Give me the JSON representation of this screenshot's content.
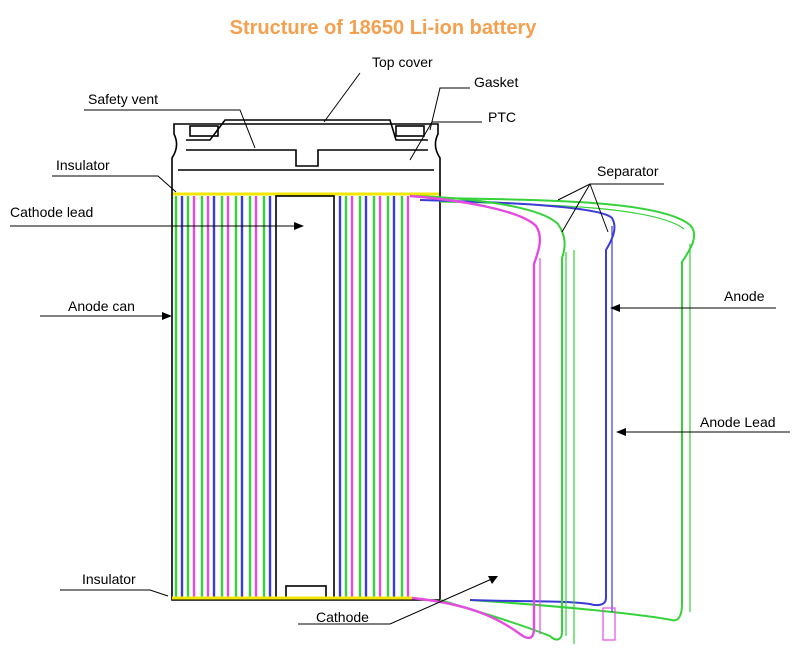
{
  "title": "Structure of 18650 Li-ion battery",
  "colors": {
    "title": "#F5A04F",
    "cathode": "#E44CE0",
    "anode": "#3B3BD6",
    "separator": "#36D23A",
    "insulator": "#F0E600",
    "outline": "#000000"
  },
  "labels": {
    "top_cover": "Top cover",
    "gasket": "Gasket",
    "safety_vent": "Safety vent",
    "ptc": "PTC",
    "insulator_top": "Insulator",
    "separator": "Separator",
    "cathode_lead": "Cathode lead",
    "anode_can": "Anode can",
    "anode": "Anode",
    "anode_lead": "Anode Lead",
    "insulator_bottom": "Insulator",
    "cathode": "Cathode"
  }
}
